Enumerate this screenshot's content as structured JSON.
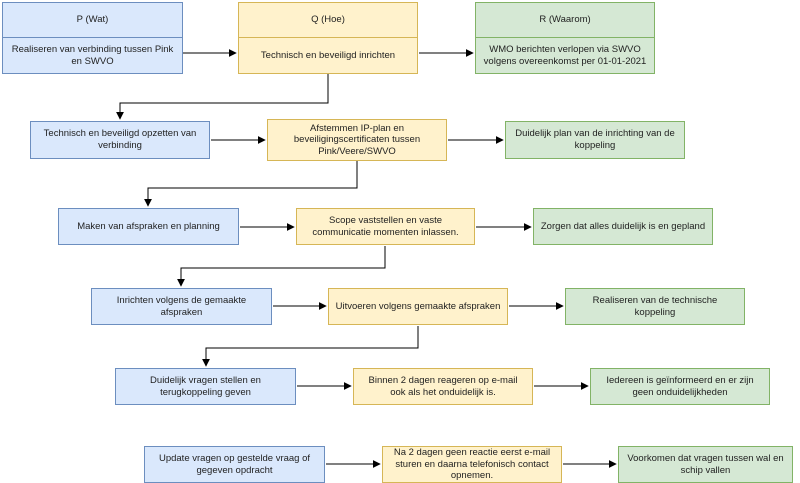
{
  "diagram": {
    "colors": {
      "blue_fill": "#dae8fc",
      "blue_stroke": "#6c8ebf",
      "yellow_fill": "#fff2cc",
      "yellow_stroke": "#d6b656",
      "green_fill": "#d5e8d4",
      "green_stroke": "#82b366",
      "connector": "#000000",
      "background": "#ffffff"
    },
    "columns": [
      {
        "title": "P (Wat)",
        "body": "Realiseren van verbinding tussen Pink en SWVO",
        "color": "blue"
      },
      {
        "title": "Q (Hoe)",
        "body": "Technisch en beveiligd inrichten",
        "color": "yellow"
      },
      {
        "title": "R (Waarom)",
        "body": "WMO berichten verlopen via SWVO volgens overeenkomst per 01-01-2021",
        "color": "green"
      }
    ],
    "rows": [
      {
        "p": "Technisch en beveiligd opzetten van verbinding",
        "q": "Afstemmen IP-plan en beveiligingscertificaten tussen Pink/Veere/SWVO",
        "r": "Duidelijk plan van de inrichting van de koppeling"
      },
      {
        "p": "Maken van afspraken en planning",
        "q": "Scope vaststellen en vaste communicatie momenten inlassen.",
        "r": "Zorgen dat alles duidelijk is en gepland"
      },
      {
        "p": "Inrichten volgens de gemaakte afspraken",
        "q": "Uitvoeren volgens gemaakte afspraken",
        "r": "Realiseren van de technische koppeling"
      },
      {
        "p": "Duidelijk vragen stellen en terugkoppeling geven",
        "q": "Binnen 2 dagen reageren op e-mail ook als het onduidelijk is.",
        "r": "Iedereen is geïnformeerd en er zijn geen onduidelijkheden"
      },
      {
        "p": "Update vragen op gestelde vraag of gegeven opdracht",
        "q": "Na 2 dagen geen reactie eerst e-mail sturen en daarna telefonisch contact opnemen.",
        "r": "Voorkomen dat vragen tussen wal en schip vallen"
      }
    ]
  }
}
